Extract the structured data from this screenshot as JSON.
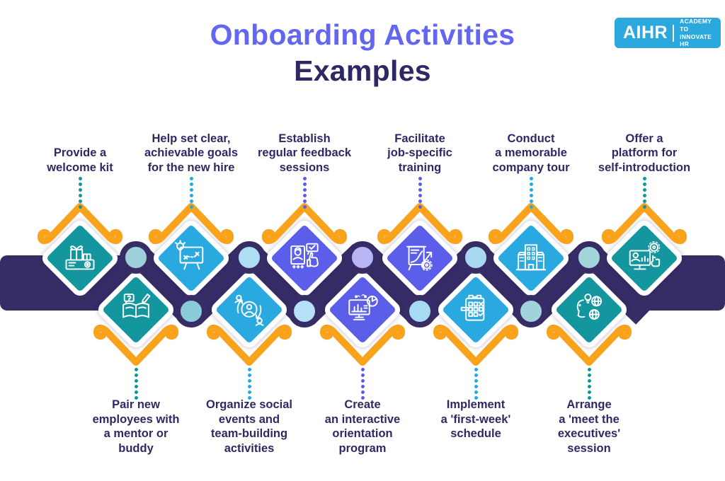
{
  "title": {
    "line1": "Onboarding Activities",
    "line2": "Examples"
  },
  "logo": {
    "brand": "AIHR",
    "tagline_line1": "ACADEMY TO",
    "tagline_line2": "INNOVATE HR"
  },
  "palette": {
    "title_accent": "#6366F0",
    "navy": "#2E2964",
    "band_purple": "#382C66",
    "orange": "#F9A21C",
    "logo_bg": "#2BA9DF",
    "colors": {
      "teal": "#13969E",
      "blue": "#2AA8E0",
      "indigo": "#5B5EE9"
    },
    "connector_circles": [
      "#9FD0D9",
      "#8ACBD9",
      "#AEDEF4",
      "#B5E2F8",
      "#B7B5F4",
      "#A9DAF3",
      "#A9D9F1",
      "#A2D3DA",
      "#A2D4DA"
    ]
  },
  "items": [
    {
      "row": "top",
      "column": 0,
      "color": "teal",
      "icon": "welcome-kit-icon",
      "label": "Provide a\nwelcome kit"
    },
    {
      "row": "bottom",
      "column": 0,
      "color": "teal",
      "icon": "mentor-buddy-icon",
      "label": "Pair new\nemployees with\na mentor or\nbuddy"
    },
    {
      "row": "top",
      "column": 1,
      "color": "blue",
      "icon": "clear-goals-icon",
      "label": "Help set clear,\nachievable goals\nfor the new hire"
    },
    {
      "row": "bottom",
      "column": 1,
      "color": "blue",
      "icon": "team-building-icon",
      "label": "Organize social\nevents and\nteam-building\nactivities"
    },
    {
      "row": "top",
      "column": 2,
      "color": "indigo",
      "icon": "feedback-sessions-icon",
      "label": "Establish\nregular feedback\nsessions"
    },
    {
      "row": "bottom",
      "column": 2,
      "color": "indigo",
      "icon": "orientation-program-icon",
      "label": "Create\nan interactive\norientation\nprogram"
    },
    {
      "row": "top",
      "column": 3,
      "color": "indigo",
      "icon": "job-training-icon",
      "label": "Facilitate\njob-specific\ntraining"
    },
    {
      "row": "bottom",
      "column": 3,
      "color": "blue",
      "icon": "first-week-schedule-icon",
      "label": "Implement\na 'first-week'\nschedule"
    },
    {
      "row": "top",
      "column": 4,
      "color": "blue",
      "icon": "company-tour-icon",
      "label": "Conduct\na memorable\ncompany tour"
    },
    {
      "row": "bottom",
      "column": 4,
      "color": "teal",
      "icon": "meet-executives-icon",
      "label": "Arrange\na 'meet the\nexecutives'\nsession"
    },
    {
      "row": "top",
      "column": 5,
      "color": "teal",
      "icon": "self-introduction-icon",
      "label": "Offer a\nplatform for\nself-introduction"
    }
  ]
}
